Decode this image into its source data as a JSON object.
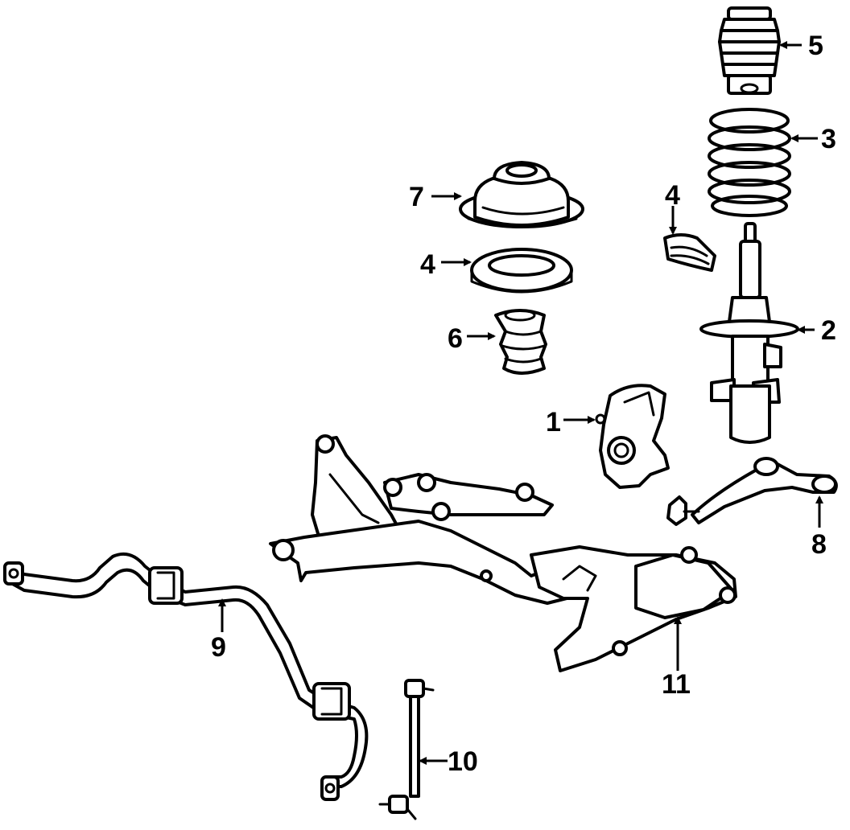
{
  "callouts": {
    "knuckle": "1",
    "strut": "2",
    "spring": "3",
    "bearing": "4",
    "spring_seat": "4",
    "boot": "5",
    "bumper": "6",
    "mount": "7",
    "control_arm": "8",
    "stabilizer_bar": "9",
    "stabilizer_link": "10",
    "crossmember": "11"
  },
  "colors": {
    "ink": "#000000",
    "paper": "#ffffff"
  }
}
